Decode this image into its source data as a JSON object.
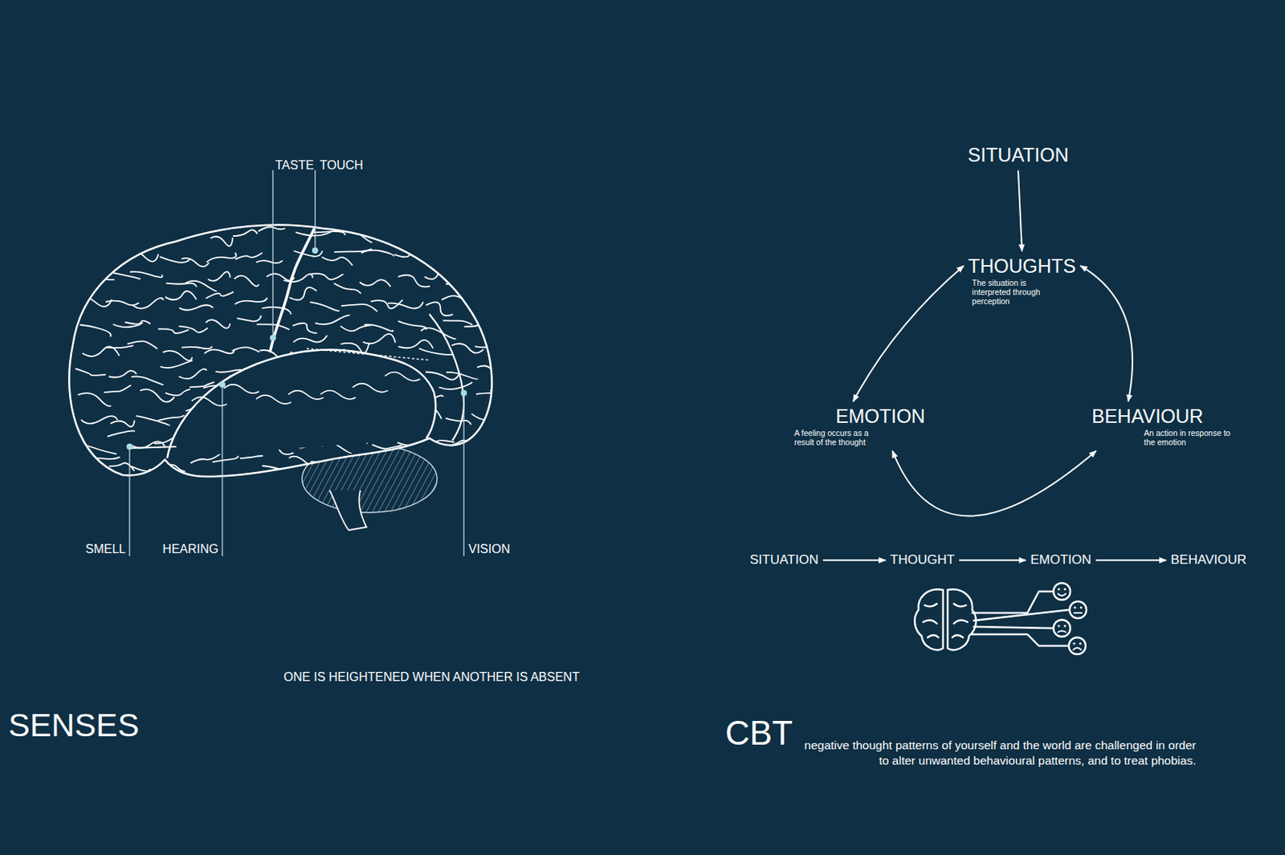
{
  "diagram": {
    "nodes": [
      {
        "text": [
          "SITUATION"
        ]
      },
      {
        "text": [
          "THOUGHTS",
          "The situation is interpreted through perception"
        ]
      },
      {
        "text": [
          "EMOTION",
          "A feeling occurs as a result of the thought"
        ]
      },
      {
        "text": [
          "BEHAVIOUR",
          "An action in response to the emotion"
        ]
      },
      {
        "text": [
          "SITUATION"
        ]
      },
      {
        "text": [
          "THOUGHT"
        ]
      },
      {
        "text": [
          "EMOTION"
        ]
      },
      {
        "text": [
          "BEHAVIOUR"
        ]
      }
    ],
    "edges": [
      {
        "from": 0,
        "to": 1,
        "arrow": "to"
      },
      {
        "from": 1,
        "to": 3,
        "arrow": "both"
      },
      {
        "from": 3,
        "to": 2,
        "arrow": "both"
      },
      {
        "from": 2,
        "to": 1,
        "arrow": "both"
      },
      {
        "from": 4,
        "to": 5,
        "arrow": "to"
      },
      {
        "from": 5,
        "to": 6,
        "arrow": "to"
      },
      {
        "from": 6,
        "to": 7,
        "arrow": "to"
      }
    ],
    "labels": [
      "TASTE",
      "TOUCH",
      "SMELL",
      "HEARING",
      "VISION",
      "ONE IS HEIGHTENED WHEN ANOTHER IS ABSENT",
      "SENSES",
      "CBT",
      "negative thought patterns of yourself and the world are challenged in order to alter unwanted behavioural patterns, and to treat phobias."
    ]
  }
}
